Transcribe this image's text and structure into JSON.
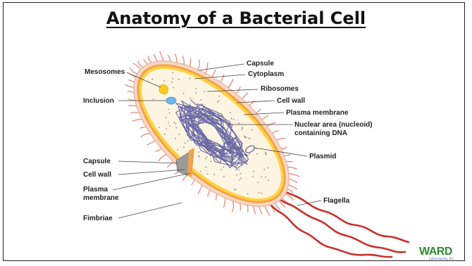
{
  "title": "Anatomy of a Bacterial Cell",
  "labels": {
    "mesosomes": "Mesosomes",
    "inclusion": "Inclusion",
    "capsule_left": "Capsule",
    "cell_wall_left": "Cell wall",
    "plasma_membrane_left": "Plasma\nmembrane",
    "fimbriae": "Fimbriae",
    "capsule_right": "Capsule",
    "cytoplasm": "Cytoplasm",
    "ribosomes": "Ribosomes",
    "cell_wall_right": "Cell wall",
    "plasma_membrane_right": "Plasma membrane",
    "nuclear_area": "Nuclear area (nucleoid)\ncontaining DNA",
    "plasmid": "Plasmid",
    "flagella": "Flagella"
  },
  "logo": {
    "main": "WARD",
    "sub": "Laboratories, Inc."
  },
  "colors": {
    "capsule": "#f7d7c4",
    "wall": "#f2a24a",
    "membrane": "#ffd23f",
    "cytoplasm": "#fdf5e2",
    "dna": "#5a5a9e",
    "flagella": "#c8302a",
    "fimbriae": "#e58a7a",
    "logo": "#2e8b2e"
  }
}
